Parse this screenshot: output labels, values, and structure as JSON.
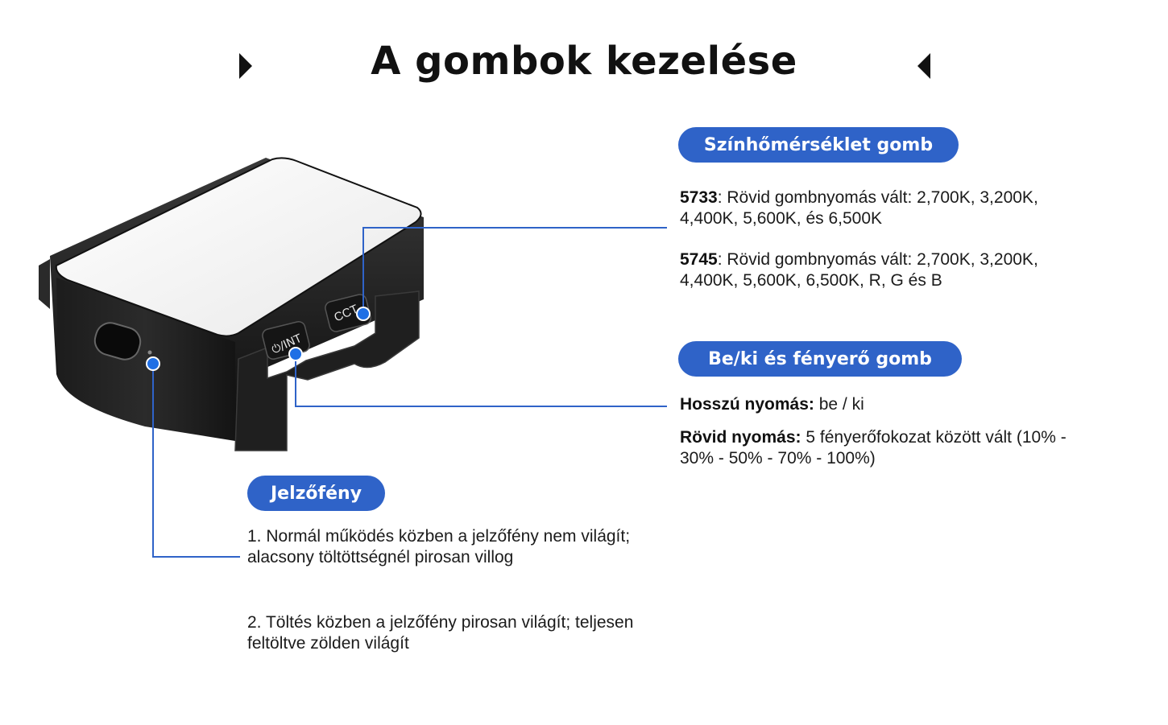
{
  "header": {
    "title": "A gombok kezelése"
  },
  "device": {
    "cct_label": "CCT",
    "power_label": "⏻/INT"
  },
  "cct_section": {
    "heading": "Színhőmérséklet gomb",
    "model_5733": {
      "model": "5733",
      "text": ":  Rövid gombnyomás vált: 2,700K, 3,200K, 4,400K, 5,600K,  és 6,500K"
    },
    "model_5745": {
      "model": "5745",
      "text": ":  Rövid gombnyomás vált: 2,700K, 3,200K, 4,400K, 5,600K, 6,500K, R, G és B"
    }
  },
  "power_section": {
    "heading": "Be/ki és fényerő gomb",
    "long_label": "Hosszú nyomás:",
    "long_text": " be / ki",
    "short_label": "Rövid nyomás:",
    "short_text": " 5 fényerőfokozat között vált (10% - 30% - 50% - 70% - 100%)"
  },
  "indicator_section": {
    "heading": "Jelzőfény",
    "item1": "1. Normál működés közben a jelzőfény nem világít; alacsony töltöttségnél pirosan villog",
    "item2": "2. Töltés közben a jelzőfény pirosan világít; teljesen feltöltve zölden világít"
  },
  "colors": {
    "accent": "#2f63c8",
    "connector": "#2f63c8",
    "dot": "#1f6fe5"
  }
}
